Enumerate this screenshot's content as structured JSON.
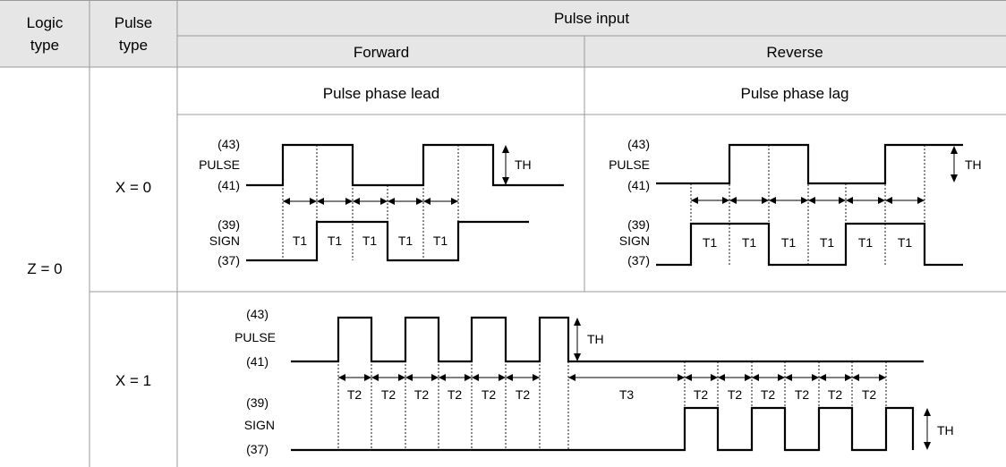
{
  "header": {
    "logic_type": [
      "Logic",
      "type"
    ],
    "pulse_type": [
      "Pulse",
      "type"
    ],
    "pulse_input": "Pulse input",
    "forward": "Forward",
    "reverse": "Reverse"
  },
  "rows": {
    "logic_value": "Z = 0",
    "x0": {
      "pulse_type": "X = 0",
      "forward_caption": "Pulse phase lead",
      "reverse_caption": "Pulse phase lag"
    },
    "x1": {
      "pulse_type": "X = 1"
    }
  },
  "signals": {
    "pin_pulse_high": "(43)",
    "pulse_name": "PULSE",
    "pin_pulse_low": "(41)",
    "pin_sign_high": "(39)",
    "sign_name": "SIGN",
    "pin_sign_low": "(37)"
  },
  "timing_labels": {
    "T1": "T1",
    "T2": "T2",
    "T3": "T3",
    "TH": "TH"
  }
}
